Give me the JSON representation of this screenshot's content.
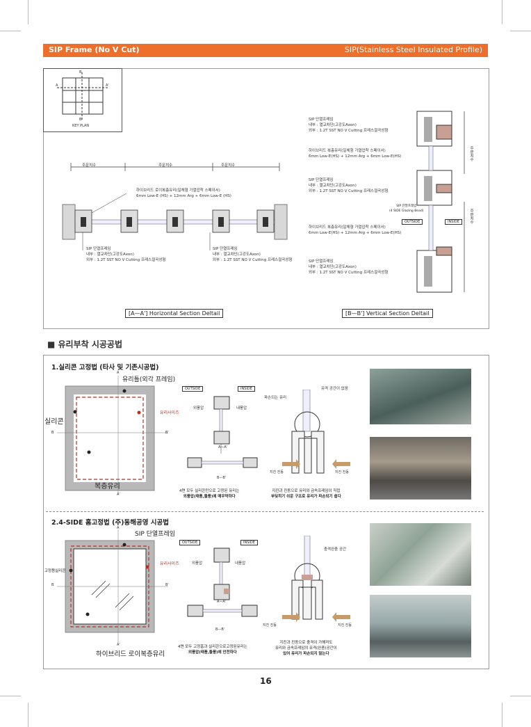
{
  "header": {
    "left": "SIP Frame (No V Cut)",
    "right": "SIP(Stainless Steel Insulated Profile)"
  },
  "keyplan": {
    "label": "KEY PLAN",
    "a": "A",
    "a_prime": "A'",
    "b": "B",
    "b_prime": "B'"
  },
  "horizontal": {
    "dim_labels": [
      "주문치수",
      "주문치수",
      "주문치수"
    ],
    "glass_note": [
      "하이브리드 로이복층유리(일체형 가열압착 스페이서)",
      "6mm Low-E (HS) + 12mm Arg + 6mm Low-E (HS)"
    ],
    "frame_note_left": [
      "SIP 단열프레임",
      "내부 : 열교차단(고강도Axon)",
      "외부 : 1.2T SST NO V Cutting 프레스절곡성형"
    ],
    "frame_note_right": [
      "SIP 단열프레임",
      "내부 : 열교차단(고강도Axon)",
      "외부 : 1.2T SST NO V Cutting 프레스절곡성형"
    ],
    "caption": "[A—A'] Horizontal Section Deltail"
  },
  "vertical": {
    "notes": [
      [
        "SIP 단열프레임",
        "내부 : 열교차단(고강도Axon)",
        "외부 : 1.2T SST NO V Cutting 프레스절곡성형"
      ],
      [
        "하이브리드 복층유리(일체형 가열압착 스페이서)",
        "6mm Low-E(HS) + 12mm Arg + 6mm Low-E(HS)"
      ],
      [
        "SIP 단열프레임",
        "내부 : 열교차단(고강도Axon)",
        "외부 : 1.2T SST NO V Cutting 프레스절곡성형"
      ],
      [
        "하이브리드 복층유리(일체형 가열압착 스페이서)",
        "6mm Low-E(HS) + 12mm Arg + 6mm Low-E(HS)"
      ],
      [
        "SIP 단열프레임",
        "내부 : 열교차단(고강도Axon)",
        "외부 : 1.2T SST NO V Cutting 프레스절곡성형"
      ]
    ],
    "bead_note": [
      "SIP 단열프레임",
      "(4 SIDE Glazing Bead)"
    ],
    "outside": "OUTSIDE",
    "inside": "INSIDE",
    "dim": "주문치수",
    "caption": "[B—B'] Vertical Section Deltail"
  },
  "section_title": "■ 유리부착 시공공법",
  "method1": {
    "title": "1.실리콘 고정법 (타사 및 기존시공법)",
    "frame_label": "유리틀(외각 프레임)",
    "silicone": "실리콘",
    "glass_size": "유리사이즈",
    "glass": "복층유리",
    "a": "A",
    "a_prime": "A'",
    "b": "B",
    "b_prime": "B'",
    "outside": "OUTSIDE",
    "inside": "INSIDE",
    "outer_pressure": "외풍압",
    "inner_pressure": "내풍압",
    "aa": "A—A'",
    "bb": "B—B'",
    "broken_glass": "파손되는 유리",
    "no_gap": "유격 공간이 없음",
    "quake_l": "지진 진동",
    "quake_r": "지진 진동",
    "desc1": [
      "4면 모두 실리콘만으로 고정된 유리는",
      "외풍압(태풍,돌풍)에 매우약하다"
    ],
    "desc2": [
      "지진과 진동으로 유리와 금속프레임이 직접",
      "부딪히기 쉬운 구조로 유리가 파손되기 쉽다"
    ]
  },
  "method2": {
    "title": "2.4-SIDE 홈고정법 (주)동해공영 시공법",
    "frame_label": "SIP 단열프레임",
    "silicone": "고정용실리콘",
    "glass_size": "유리사이즈",
    "glass": "하이브리드 로이복층유리",
    "a": "A",
    "a_prime": "A'",
    "b": "B",
    "b_prime": "B'",
    "outside": "OUTSIDE",
    "inside": "INSIDE",
    "outer_pressure": "외풍압",
    "inner_pressure": "내풍압",
    "aa": "A—A'",
    "bb": "B—B'",
    "buffer": "충격완충 공간",
    "quake_l": "지진 진동",
    "quake_r": "지진 진동",
    "desc1": [
      "4면 모두 고정홈과 실리콘으로고정된유리는",
      "외풍압(태풍,돌풍)에 안전하다"
    ],
    "desc2": [
      "지진과 진동으로 충격이 가해져도",
      "유리와 금속프레임의 유격(완충)공간이",
      "있어 유리가 파손되지 않는다"
    ]
  },
  "page_number": "16",
  "colors": {
    "accent": "#ee6f2b",
    "dash_red": "#b5301f",
    "frame_gray": "#b8b8b8"
  }
}
